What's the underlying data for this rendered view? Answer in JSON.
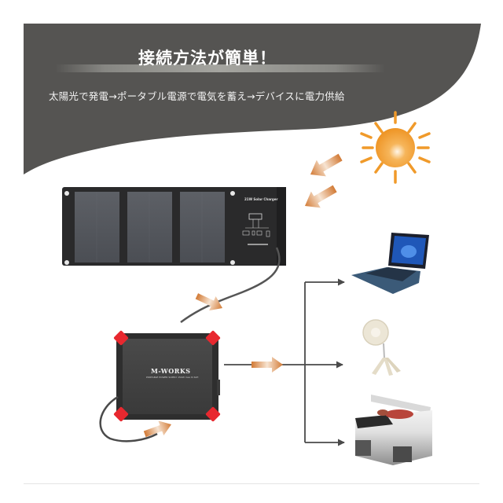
{
  "header": {
    "title": "接続方法が簡単！",
    "subtitle": "太陽光で発電→ポータブル電源で電気を蓄え→デバイスに電力供給"
  },
  "colors": {
    "banner": "#555452",
    "accent_orange": "#f09a2a",
    "arrow_orange": "#d9823e",
    "connector": "#4a4a4a",
    "power_station_corner": "#e8282f"
  },
  "solar_panel": {
    "label": "21W Solar Charger",
    "panel_count": 3
  },
  "power_station": {
    "brand": "M-WORKS",
    "model_text": "PORTABLE POWER SUPPLY 150W max 8.3AH"
  },
  "devices": [
    {
      "name": "laptop",
      "icon": "laptop-icon"
    },
    {
      "name": "fan",
      "icon": "fan-icon"
    },
    {
      "name": "portable-fridge",
      "icon": "fridge-icon"
    }
  ],
  "icons": {
    "sun": "sun-icon",
    "sunlight_arrows": "arrow-icon"
  }
}
